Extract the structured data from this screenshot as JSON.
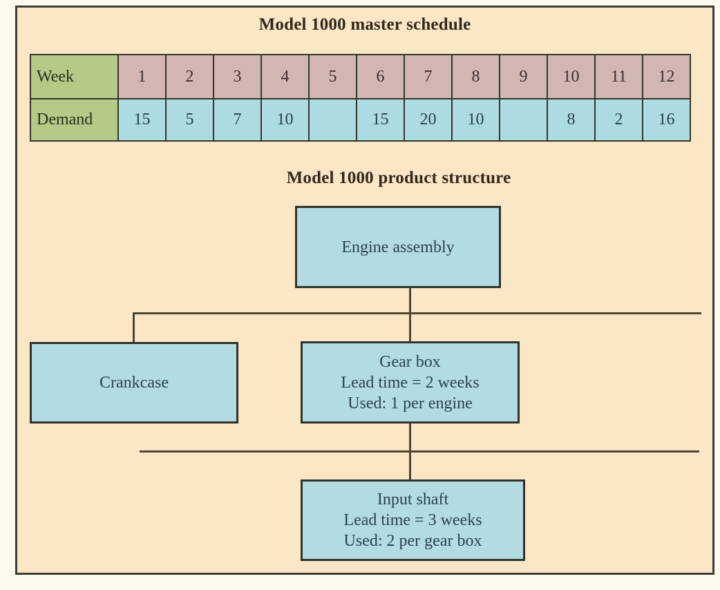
{
  "figure": {
    "panel_background": "#fbe7c6",
    "panel_border_color": "#3c3c32",
    "outer_background": "#fdf9ed",
    "connector_color": "#4d4434"
  },
  "master_schedule": {
    "title": "Model 1000 master schedule",
    "row_headers": {
      "week": "Week",
      "demand": "Demand"
    },
    "weeks": [
      "1",
      "2",
      "3",
      "4",
      "5",
      "6",
      "7",
      "8",
      "9",
      "10",
      "11",
      "12"
    ],
    "demand": [
      "15",
      "5",
      "7",
      "10",
      "",
      "15",
      "20",
      "10",
      "",
      "8",
      "2",
      "16"
    ],
    "colors": {
      "header_cell": "#b3cb87",
      "week_cell": "#d1b6b2",
      "demand_cell": "#addbe2",
      "grid_line": "#33362c"
    }
  },
  "product_structure": {
    "title": "Model 1000 product structure",
    "node_fill": "#b2dbe2",
    "node_border": "#2f332c",
    "nodes": {
      "engine": {
        "line1": "Engine assembly"
      },
      "crankcase": {
        "line1": "Crankcase"
      },
      "gearbox": {
        "line1": "Gear box",
        "line2": "Lead time = 2 weeks",
        "line3": "Used: 1 per engine"
      },
      "inputshaft": {
        "line1": "Input shaft",
        "line2": "Lead time = 3 weeks",
        "line3": "Used: 2 per gear box"
      }
    }
  }
}
